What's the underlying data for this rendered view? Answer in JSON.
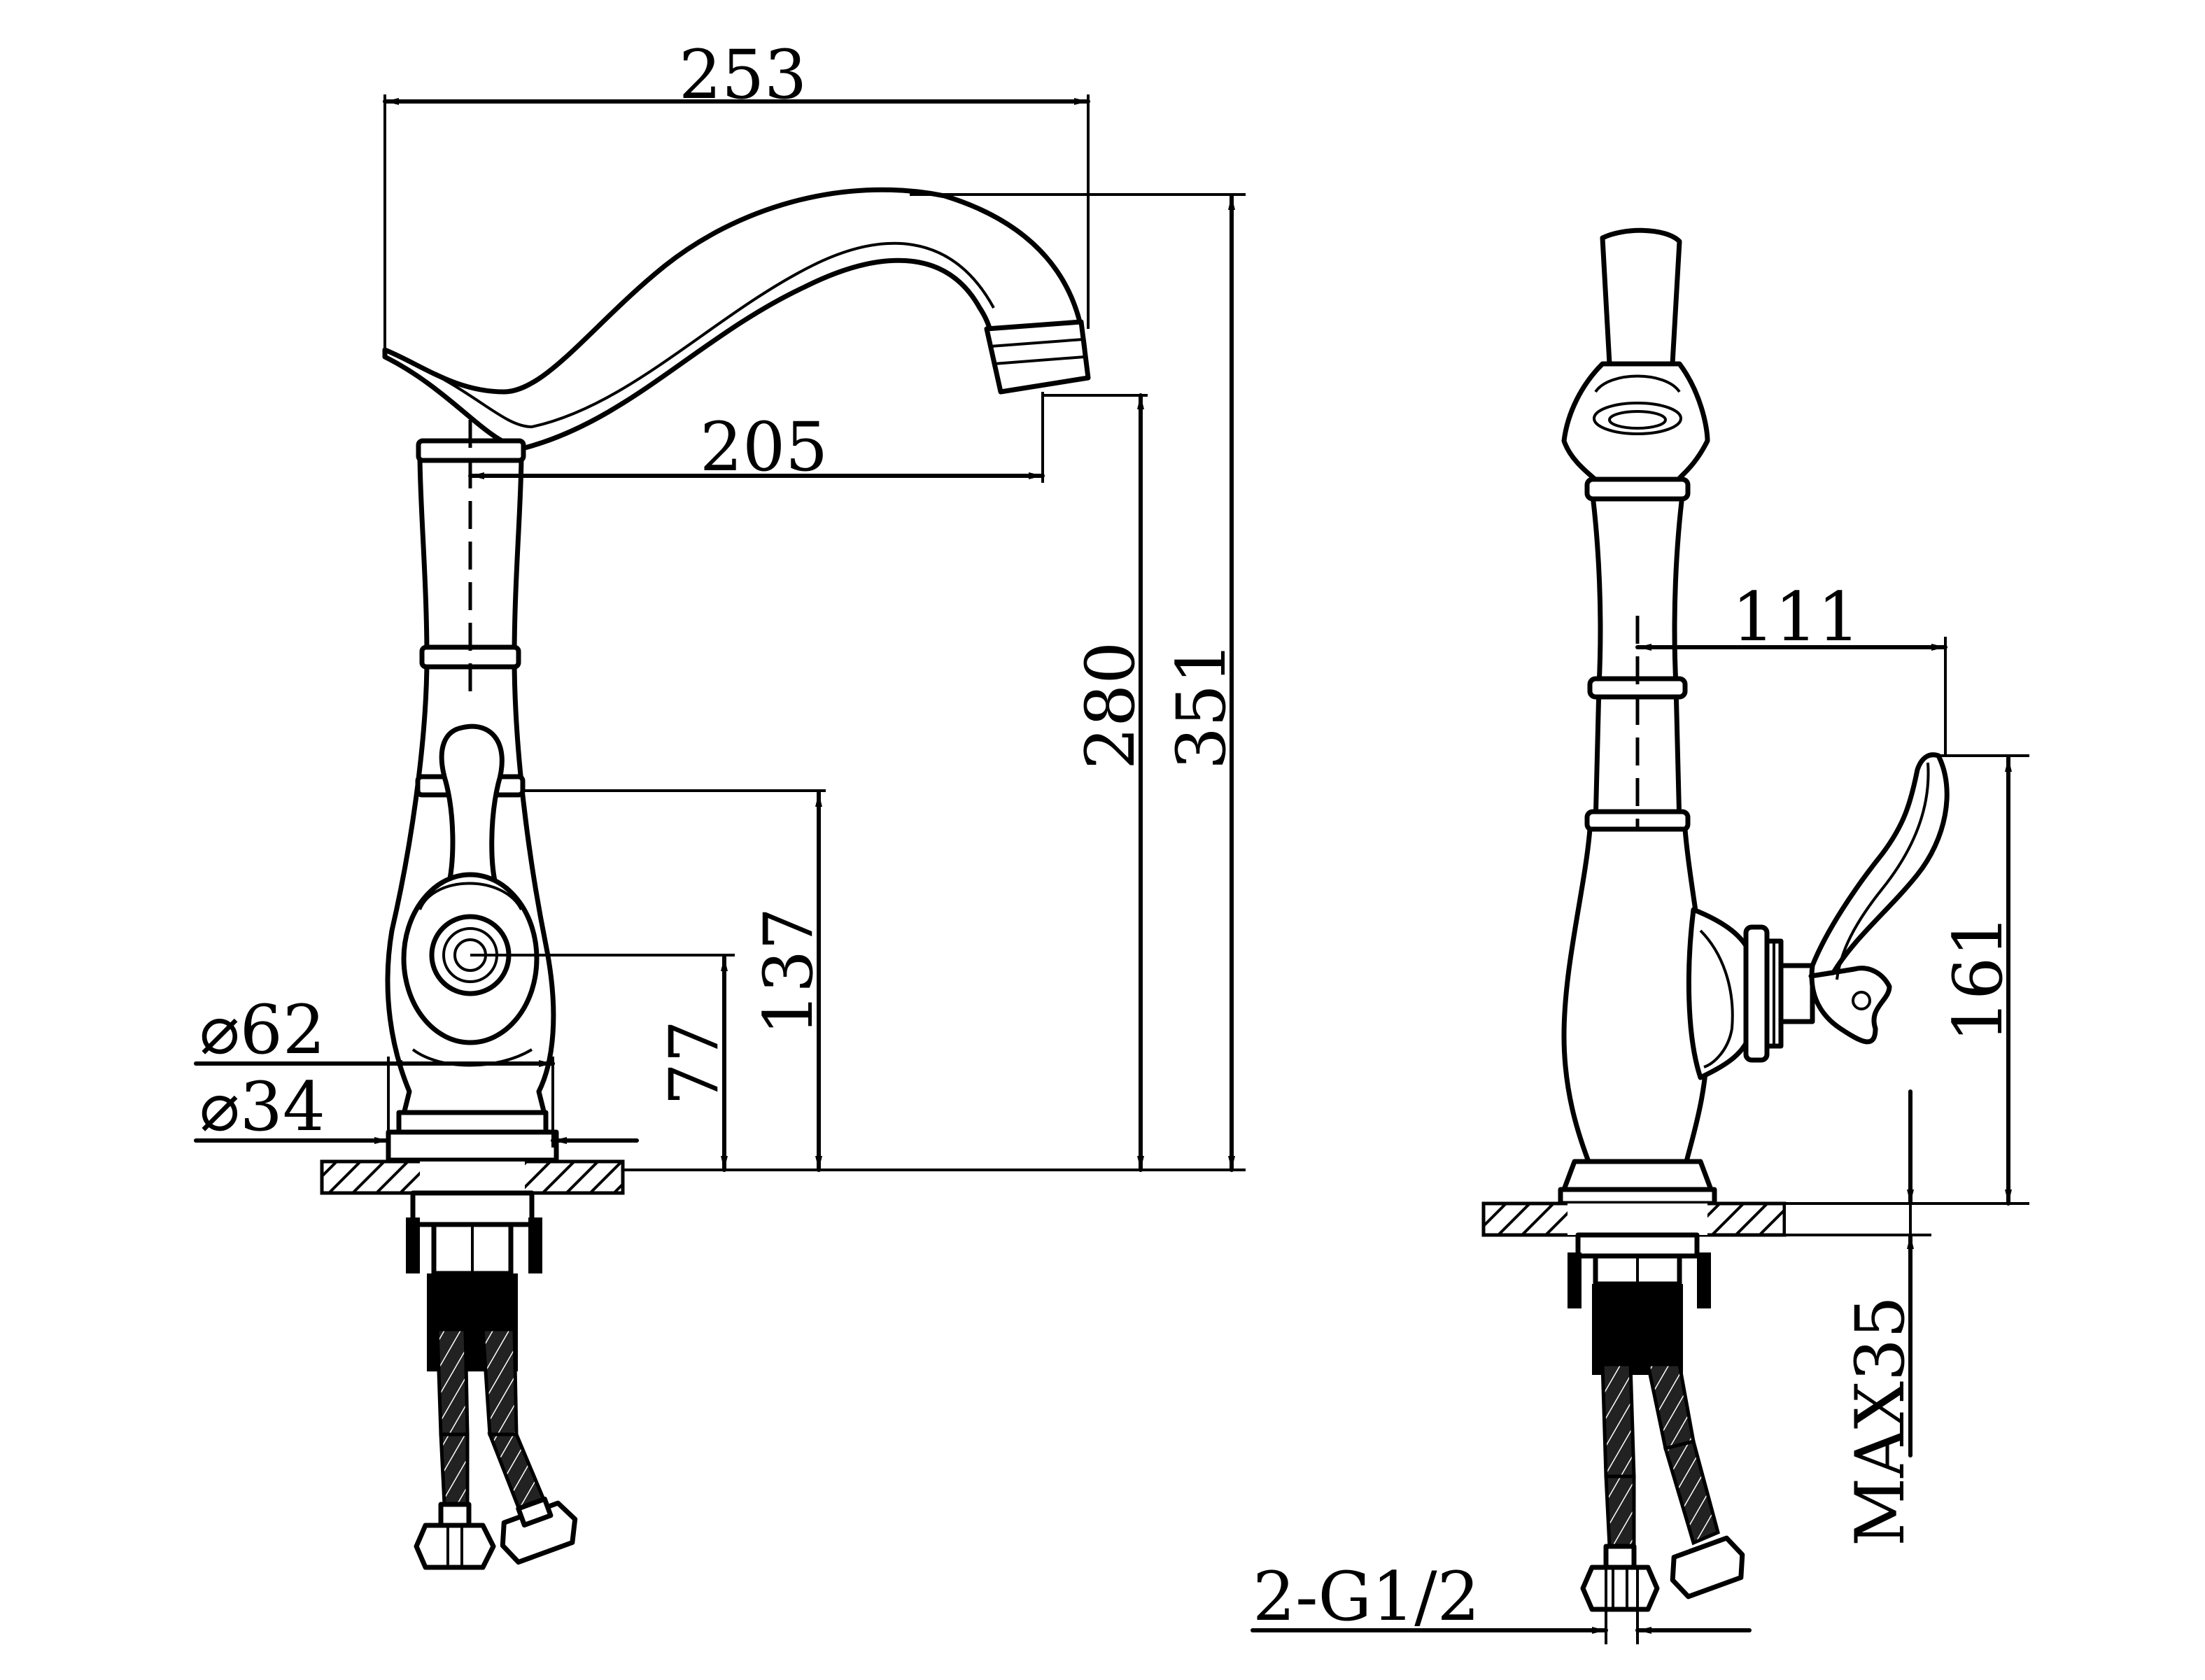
{
  "dimensions": {
    "front_width_total": "253",
    "front_spout_reach": "205",
    "front_height_spout": "280",
    "front_height_total": "351",
    "front_handle_height": "137",
    "front_center_height": "77",
    "front_base_diameter": "⌀62",
    "front_hole_diameter": "⌀34",
    "side_handle_reach": "111",
    "side_handle_height": "161",
    "side_max_thickness": "MAX35",
    "side_connection": "2-G1/2"
  },
  "colors": {
    "line": "#000000",
    "background": "#ffffff"
  }
}
